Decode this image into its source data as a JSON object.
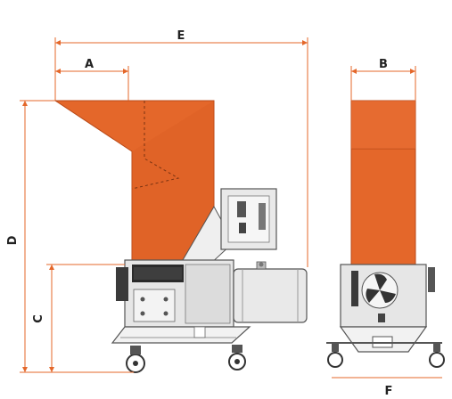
{
  "colors": {
    "hopper": "#e4672a",
    "hopper_dark": "#c9531f",
    "body": "#e6e6e6",
    "body_shade": "#cfcfcf",
    "outline": "#555555",
    "dim_line": "#e4672a",
    "text": "#222222"
  },
  "dimensions": {
    "A": "A",
    "B": "B",
    "C": "C",
    "D": "D",
    "E": "E",
    "F": "F"
  }
}
